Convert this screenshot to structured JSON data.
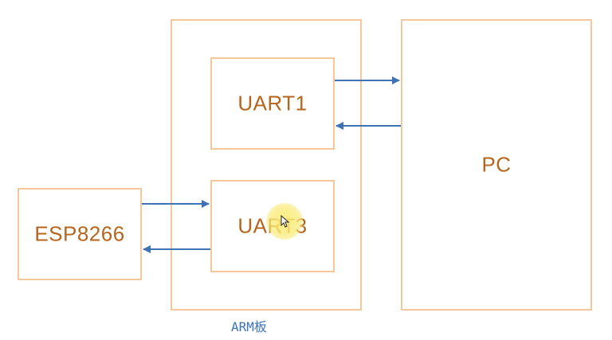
{
  "diagram": {
    "arm_board_caption": "ARM板",
    "uart1_label": "UART1",
    "uart3_label": "UART3",
    "esp_label": "ESP8266",
    "pc_label": "PC"
  },
  "colors": {
    "box_border": "#f4c89a",
    "box_text": "#b5651d",
    "arrow": "#3e73b5",
    "caption": "#3e73b5",
    "highlight": "#f9eb78"
  },
  "connections": [
    {
      "from": "UART1",
      "to": "PC"
    },
    {
      "from": "PC",
      "to": "UART1"
    },
    {
      "from": "ESP8266",
      "to": "UART3"
    },
    {
      "from": "UART3",
      "to": "ESP8266"
    }
  ]
}
